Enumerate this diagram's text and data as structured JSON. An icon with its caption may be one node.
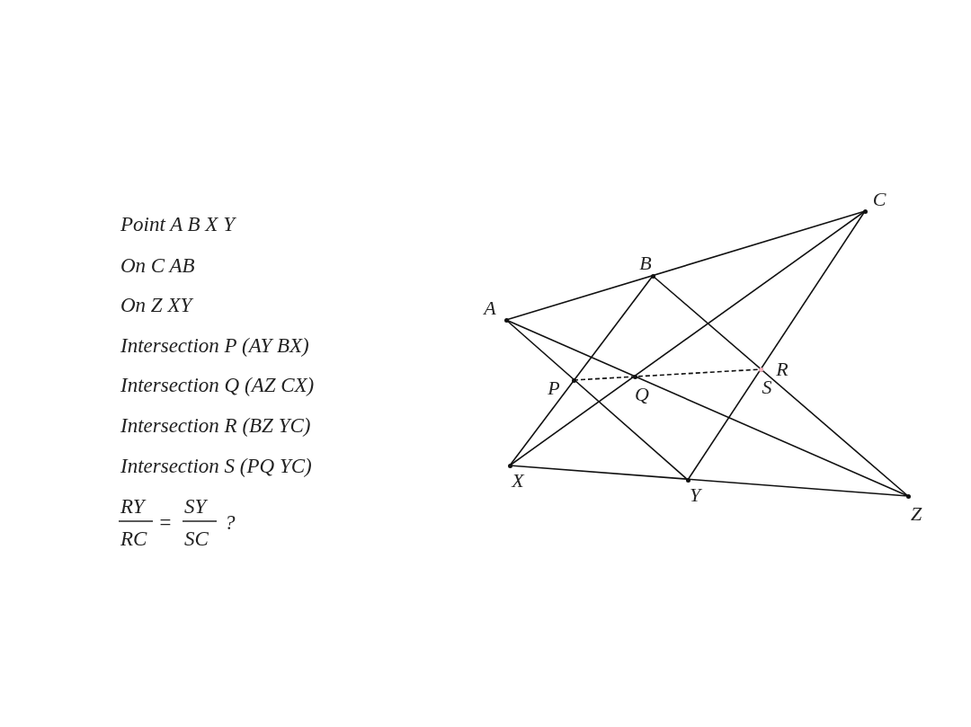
{
  "diagram": {
    "nodes": [
      {
        "text": [
          "C"
        ]
      },
      {
        "text": [
          "B"
        ]
      },
      {
        "text": [
          "A"
        ]
      },
      {
        "text": [
          "R"
        ]
      },
      {
        "text": [
          "P"
        ]
      },
      {
        "text": [
          "Q"
        ]
      },
      {
        "text": [
          "S"
        ]
      },
      {
        "text": [
          "X"
        ]
      },
      {
        "text": [
          "Y"
        ]
      },
      {
        "text": [
          "Z"
        ]
      }
    ],
    "edges": [
      {
        "from": 2,
        "to": 0,
        "arrow": "none"
      },
      {
        "from": 2,
        "to": 9,
        "arrow": "none"
      },
      {
        "from": 7,
        "to": 9,
        "arrow": "none"
      },
      {
        "from": 2,
        "to": 8,
        "arrow": "none"
      },
      {
        "from": 1,
        "to": 7,
        "arrow": "none"
      },
      {
        "from": 1,
        "to": 9,
        "arrow": "none"
      },
      {
        "from": 0,
        "to": 7,
        "arrow": "none"
      },
      {
        "from": 0,
        "to": 8,
        "arrow": "none"
      },
      {
        "from": 4,
        "to": 6,
        "arrow": "none",
        "style": "dashed"
      }
    ],
    "labels": [
      "Point  A B X Y",
      "On  C  AB",
      "On  Z  XY",
      "Intersection P (AY BX)",
      "Intersection Q (AZ CX)",
      "Intersection R (BZ YC)",
      "Intersection S (PQ YC)",
      "RY",
      "=",
      "SY",
      "?",
      "RC",
      "SC"
    ]
  }
}
